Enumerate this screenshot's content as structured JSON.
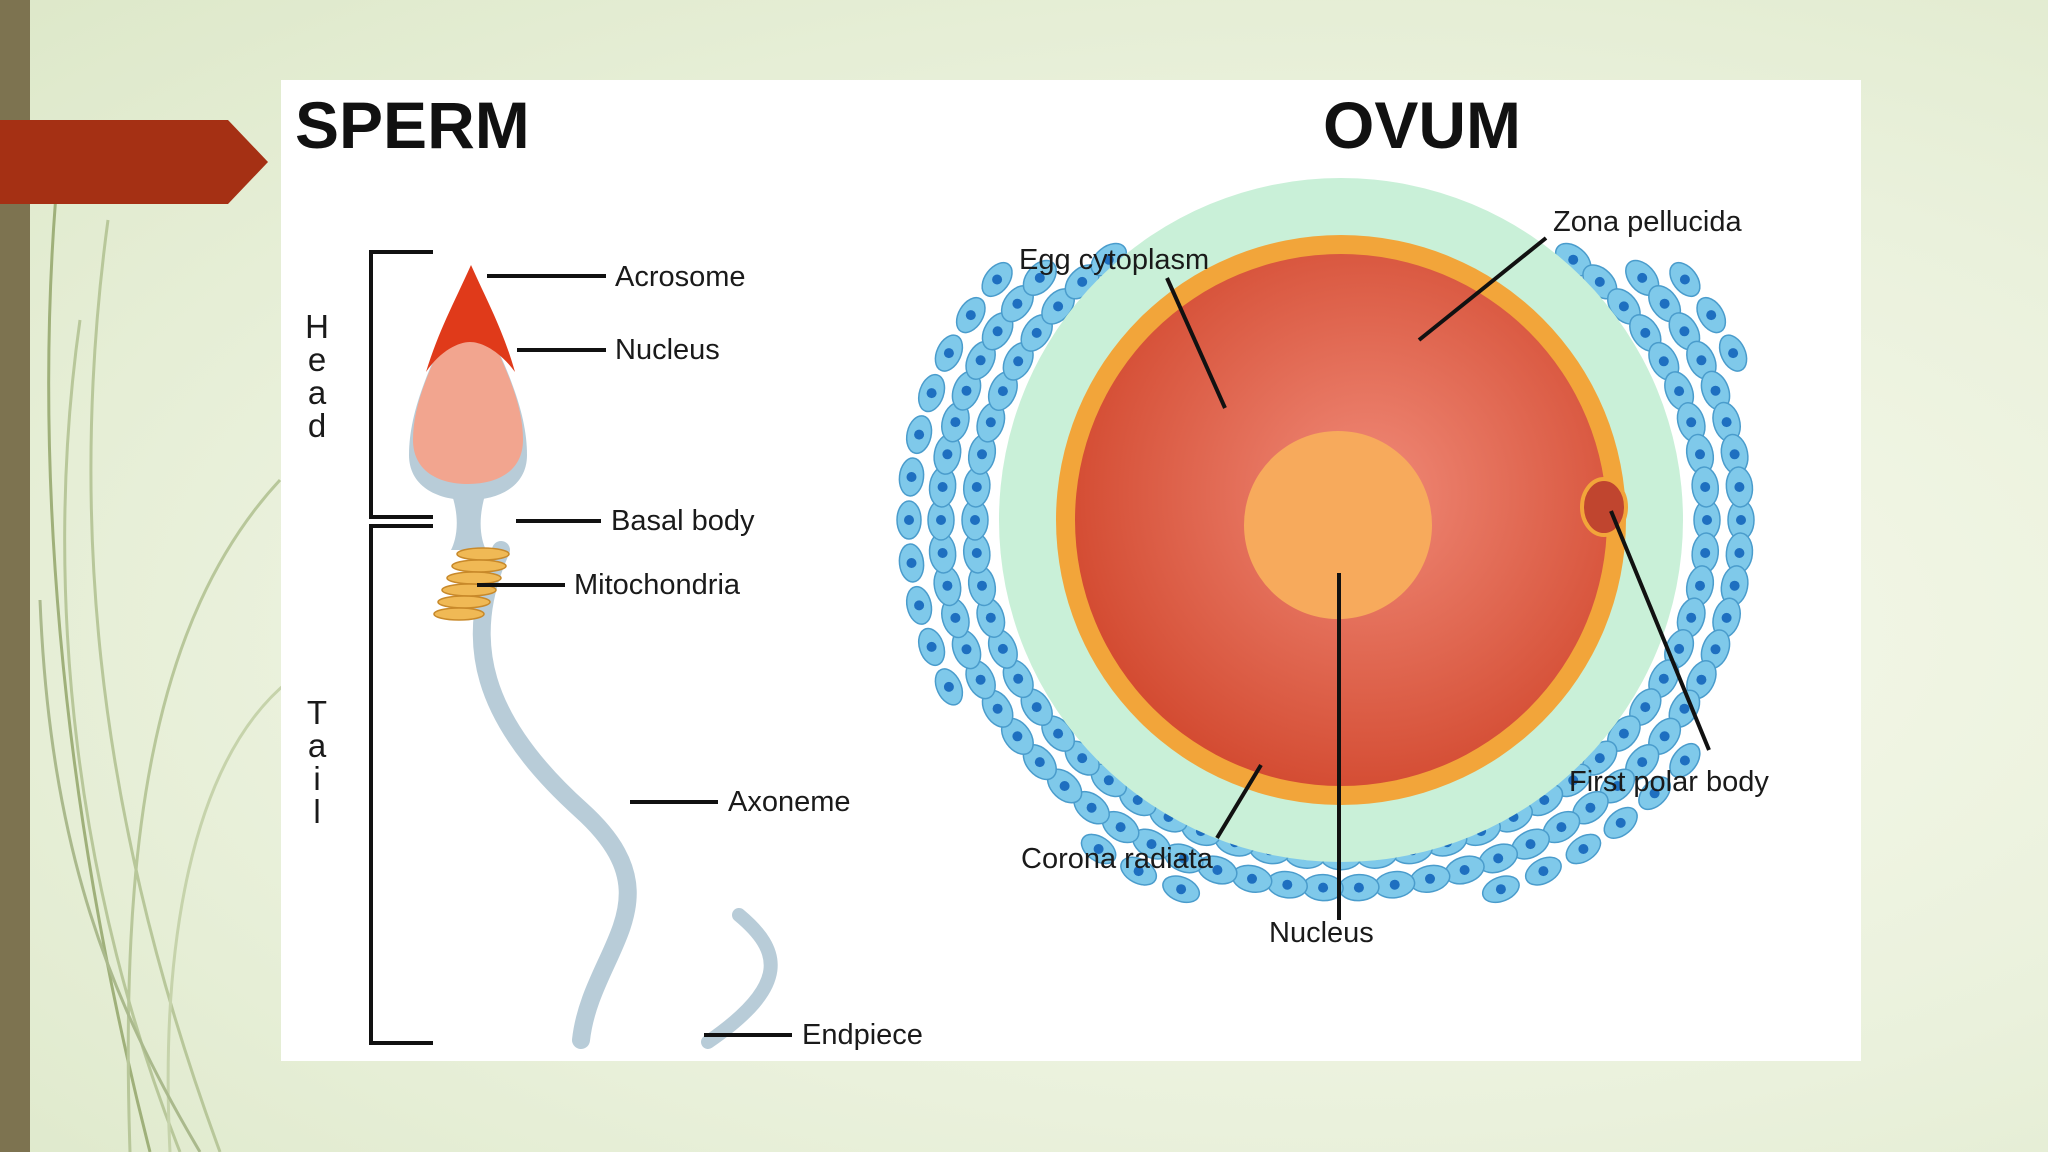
{
  "slide": {
    "accent_color": "#a53014",
    "sidebar_color": "#7d7350",
    "background_color": "#eef3e2"
  },
  "diagram": {
    "sperm": {
      "title": "SPERM",
      "head_letters": [
        "H",
        "e",
        "a",
        "d"
      ],
      "tail_letters": [
        "T",
        "a",
        "i",
        "l"
      ],
      "labels": {
        "acrosome": "Acrosome",
        "nucleus": "Nucleus",
        "basal_body": "Basal body",
        "mitochondria": "Mitochondria",
        "axoneme": "Axoneme",
        "endpiece": "Endpiece"
      }
    },
    "ovum": {
      "title": "OVUM",
      "labels": {
        "egg_cytoplasm": "Egg cytoplasm",
        "zona_pellucida": "Zona pellucida",
        "first_polar_body": "First polar body",
        "corona_radiata": "Corona radiata",
        "nucleus": "Nucleus"
      }
    },
    "colors": {
      "acrosome": "#e03a1a",
      "sperm_head": "#f2a58f",
      "sperm_body": "#b8ccd8",
      "mitochondria": "#f0b955",
      "cytoplasm": "#d95a3e",
      "zona": "#f2a53a",
      "perivitelline": "#c9f0d8",
      "corona_cell": "#7fc9ea",
      "corona_nucleus": "#1e6fc0",
      "ovum_nucleus": "#f7aa5c"
    }
  }
}
